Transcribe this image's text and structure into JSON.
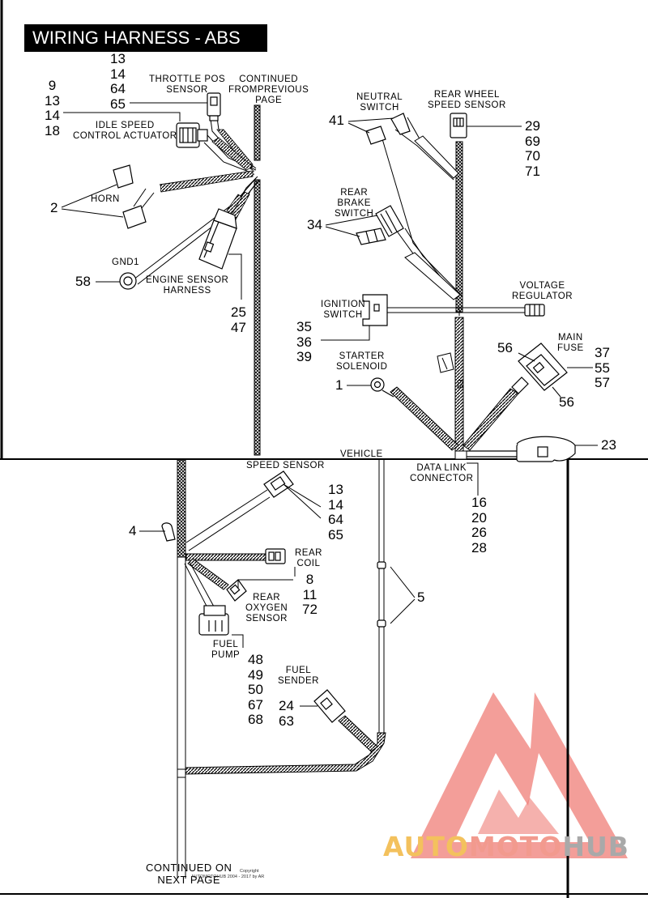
{
  "title": "WIRING HARNESS - ABS",
  "labels": {
    "continued_prev": [
      "CONTINUED",
      "FROMPREVIOUS",
      "PAGE"
    ],
    "throttle": [
      "THROTTLE POS",
      "SENSOR"
    ],
    "idle": [
      "IDLE SPEED",
      "CONTROL ACTUATOR"
    ],
    "horn": "HORN",
    "gnd1": "GND1",
    "engine_sensor": [
      "ENGINE SENSOR",
      "HARNESS"
    ],
    "neutral": [
      "NEUTRAL",
      "SWITCH"
    ],
    "rear_wheel": [
      "REAR WHEEL",
      "SPEED SENSOR"
    ],
    "rear_brake": [
      "REAR",
      "BRAKE",
      "SWITCH"
    ],
    "voltage_reg": [
      "VOLTAGE",
      "REGULATOR"
    ],
    "ignition": [
      "IGNITION",
      "SWITCH"
    ],
    "starter": [
      "STARTER",
      "SOLENOID"
    ],
    "main_fuse": [
      "MAIN",
      "FUSE"
    ],
    "vehicle": "VEHICLE",
    "data_link": [
      "DATA LINK",
      "CONNECTOR"
    ],
    "speed_sensor": "SPEED SENSOR",
    "rear_coil": [
      "REAR",
      "COIL"
    ],
    "rear_o2": [
      "REAR",
      "OXYGEN",
      "SENSOR"
    ],
    "fuel_pump": [
      "FUEL",
      "PUMP"
    ],
    "fuel_sender": [
      "FUEL",
      "SENDER"
    ],
    "continued_next": [
      "CONTINUED ON",
      "NEXT PAGE"
    ],
    "wire_mark": "65"
  },
  "callouts": {
    "throttle": [
      "13",
      "14",
      "64",
      "65"
    ],
    "idle": [
      "9",
      "13",
      "14",
      "18"
    ],
    "horn": [
      "2"
    ],
    "gnd": [
      "58"
    ],
    "engine_sensor": [
      "25",
      "47"
    ],
    "neutral": [
      "41"
    ],
    "rear_wheel": [
      "29",
      "69",
      "70",
      "71"
    ],
    "rear_brake": [
      "34"
    ],
    "ignition": [
      "35",
      "36",
      "39"
    ],
    "starter": [
      "1"
    ],
    "fuse_a": [
      "56"
    ],
    "fuse_b": [
      "37",
      "55",
      "57"
    ],
    "fuse_c": [
      "56"
    ],
    "data_link_conn": [
      "23"
    ],
    "data_link": [
      "16",
      "20",
      "26",
      "28"
    ],
    "clip": [
      "4"
    ],
    "speed_sensor": [
      "13",
      "14",
      "64",
      "65"
    ],
    "rear_o2": [
      "8",
      "11",
      "72"
    ],
    "vehicle_clips": [
      "5"
    ],
    "fuel_pump": [
      "48",
      "49",
      "50",
      "67",
      "68"
    ],
    "fuel_sender": [
      "24",
      "63"
    ]
  },
  "copyright": [
    "Copyright",
    "AUTOMOTOHUB 2004 - 2017 by AR"
  ],
  "watermark": {
    "part1": "AUTO",
    "part2": "MOTO",
    "part3": "HUB"
  },
  "colors": {
    "watermark_red": "#e9514a",
    "watermark_yellow": "#f3c15d",
    "watermark_grey": "#a9a9a9"
  }
}
